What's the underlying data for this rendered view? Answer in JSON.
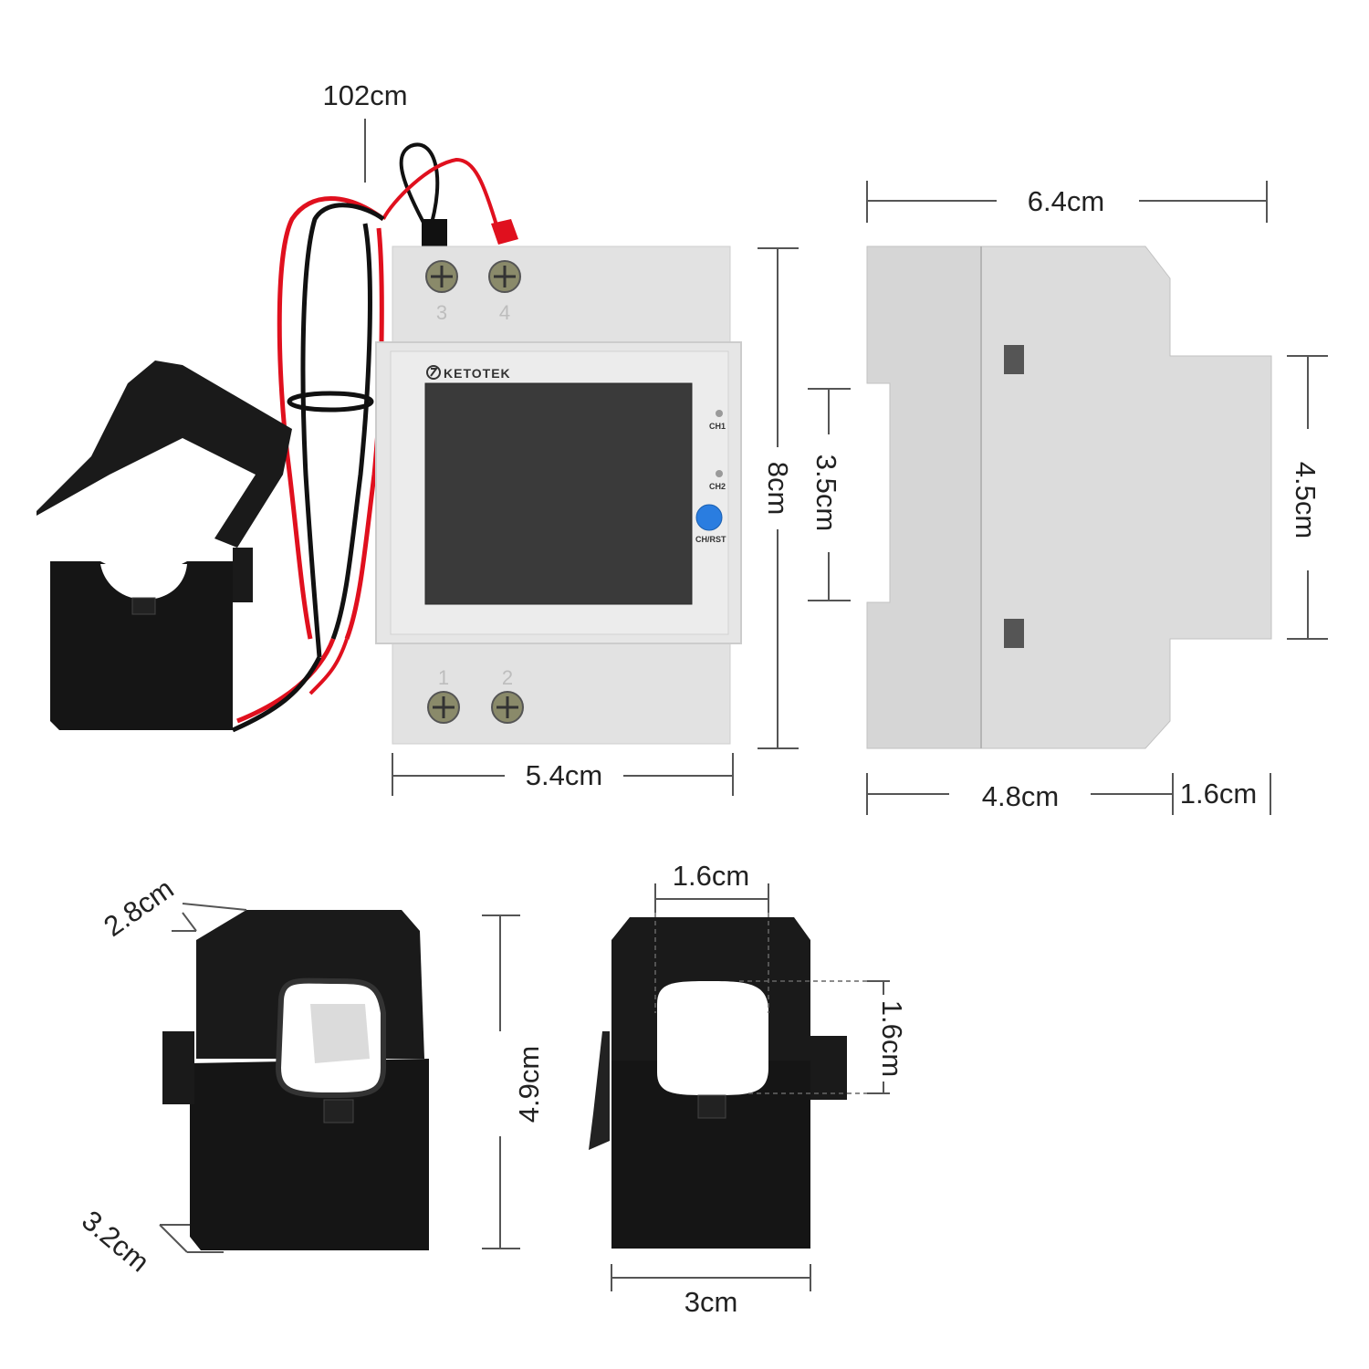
{
  "device": {
    "brand": "KETOTEK",
    "led1": "CH1",
    "led2": "CH2",
    "button": "CH/RST",
    "terminals": [
      "3",
      "4",
      "1",
      "2"
    ]
  },
  "dimensions": {
    "cable_length": "102cm",
    "front_width": "5.4cm",
    "front_height": "8cm",
    "side_width": "6.4cm",
    "side_mid_height": "3.5cm",
    "side_right_height": "4.5cm",
    "side_bottom_left": "4.8cm",
    "side_bottom_right": "1.6cm",
    "ct_depth_top": "2.8cm",
    "ct_depth_bottom": "3.2cm",
    "ct_height": "4.9cm",
    "ct_hole_width": "1.6cm",
    "ct_hole_height": "1.6cm",
    "ct_width": "3cm"
  },
  "colors": {
    "housing": "#e2e2e2",
    "screen": "#3a3a3a",
    "button": "#2a7de0",
    "ct_black": "#151515",
    "wire_red": "#e0101e",
    "wire_black": "#111111"
  }
}
